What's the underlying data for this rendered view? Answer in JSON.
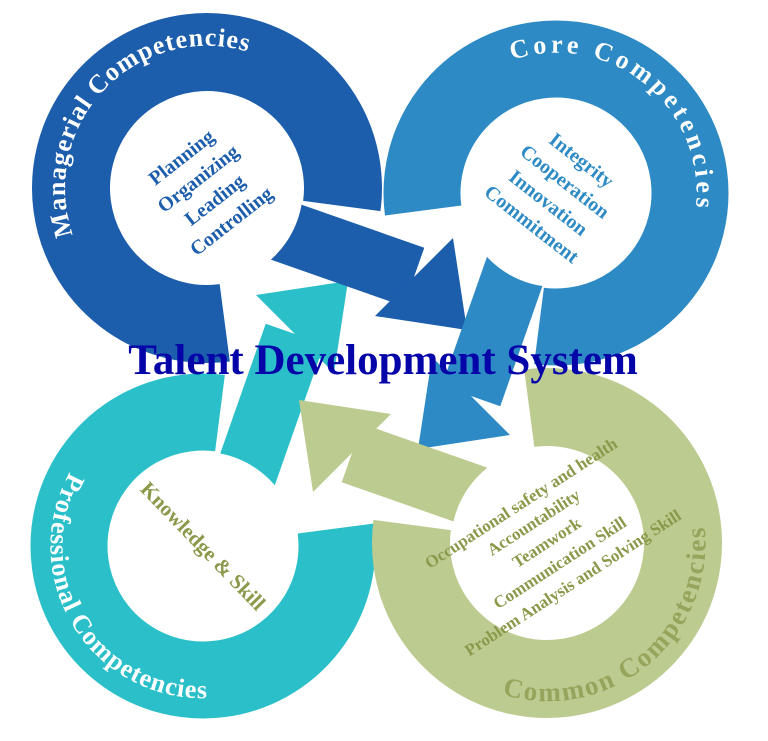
{
  "title": {
    "text": "Talent Development System",
    "color": "#0404a8"
  },
  "quadrants": {
    "managerial": {
      "label": "Managerial Competencies",
      "ring_color": "#1c5dac",
      "text_color": "#1c5dac",
      "label_color": "#ffffff",
      "items": [
        "Planning",
        "Organizing",
        "Leading",
        "Controlling"
      ]
    },
    "core": {
      "label": "Core Competencies",
      "ring_color": "#2d8ac4",
      "text_color": "#2d8ac4",
      "label_color": "#ffffff",
      "items": [
        "Integrity",
        "Cooperation",
        "Innovation",
        "Commitment"
      ]
    },
    "professional": {
      "label": "Professional Competencies",
      "ring_color": "#2bc0c9",
      "text_color": "#8a994a",
      "label_color": "#ffffff",
      "items": [
        "Knowledge & Skill"
      ]
    },
    "common": {
      "label": "Common Competencies",
      "ring_color": "#bccb90",
      "text_color": "#8a994a",
      "label_color": "#97a45c",
      "items": [
        "Occupational safety and health",
        "Accountability",
        "Teamwork",
        "Communication Skill",
        "Problem Analysis and Solving Skill"
      ]
    }
  }
}
